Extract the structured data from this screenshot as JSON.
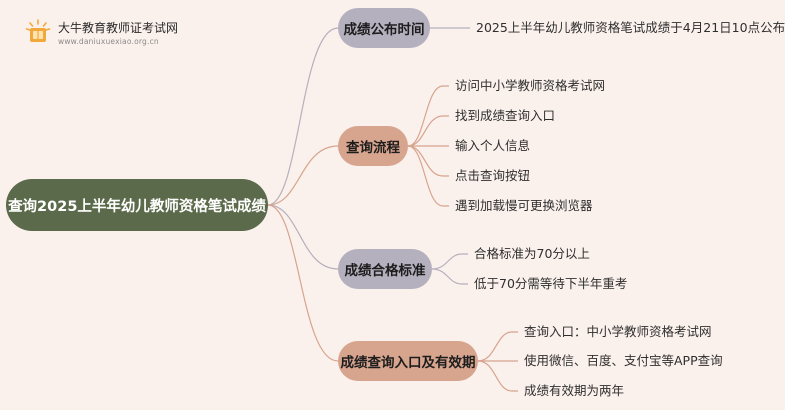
{
  "logo": {
    "name": "大牛教育教师证考试网",
    "url": "www.daniuxuexiao.org.cn"
  },
  "mindmap": {
    "root": "查询2025上半年幼儿教师资格笔试成绩",
    "branches": [
      {
        "label": "成绩公布时间",
        "color": "#b5b0bd",
        "items": [
          "2025上半年幼儿教师资格笔试成绩于4月21日10点公布"
        ]
      },
      {
        "label": "查询流程",
        "color": "#d7a48e",
        "items": [
          "访问中小学教师资格考试网",
          "找到成绩查询入口",
          "输入个人信息",
          "点击查询按钮",
          "遇到加载慢可更换浏览器"
        ]
      },
      {
        "label": "成绩合格标准",
        "color": "#b5b0bd",
        "items": [
          "合格标准为70分以上",
          "低于70分需等待下半年重考"
        ]
      },
      {
        "label": "成绩查询入口及有效期",
        "color": "#d7a48e",
        "items": [
          "查询入口：中小学教师资格考试网",
          "使用微信、百度、支付宝等APP查询",
          "成绩有效期为两年"
        ]
      }
    ]
  }
}
